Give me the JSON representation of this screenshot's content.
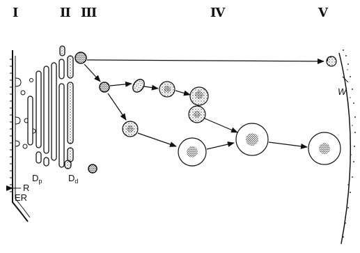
{
  "stages": [
    "I",
    "II",
    "III",
    "IV",
    "V"
  ],
  "labels": {
    "golgi_proximal": "D",
    "golgi_proximal_sub": "p",
    "golgi_distal": "D",
    "golgi_distal_sub": "d",
    "ribosome": "R",
    "er": "ER",
    "wall": "W"
  }
}
